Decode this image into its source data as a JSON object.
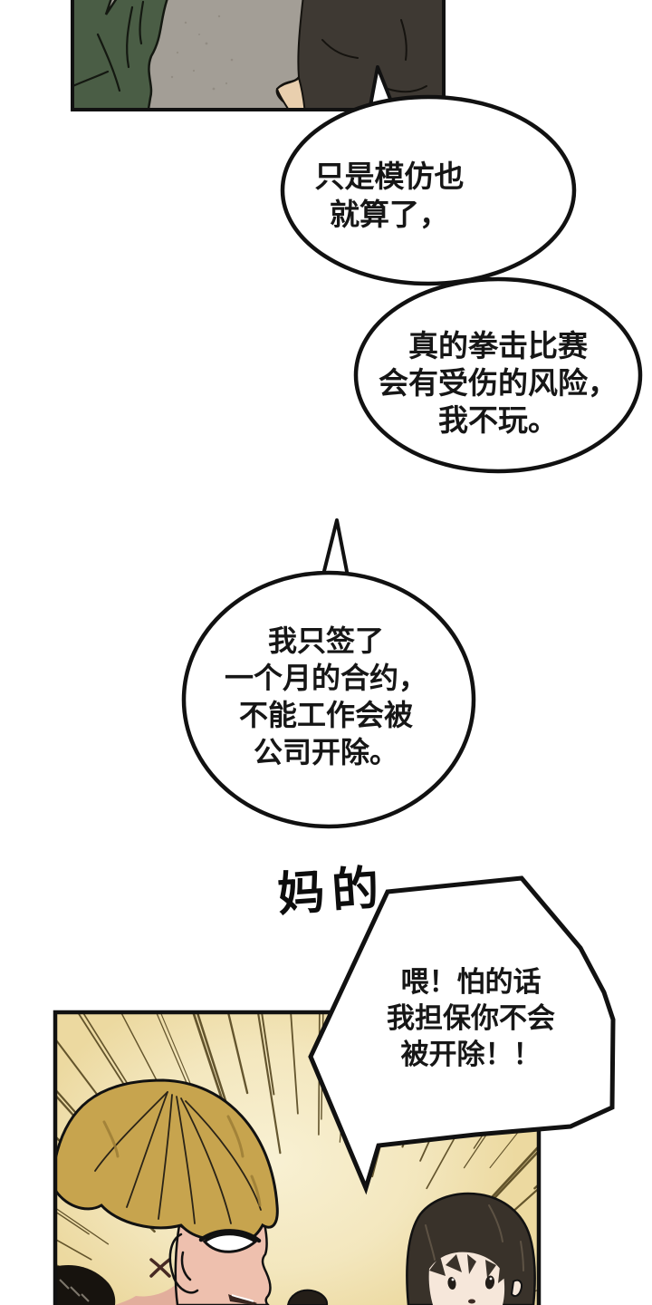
{
  "page": {
    "background": "#ffffff"
  },
  "panels": {
    "top": {
      "wall": "#a39e96",
      "jacket_green": "#4a5d45",
      "shirt_dark": "#3e3933",
      "arm_skin": "#e9cfae",
      "outline": "#111111"
    },
    "bottom": {
      "burst_bg": "#ecd9a0",
      "burst_light": "#f9f2d6",
      "burst_line": "#55461f",
      "blond_hair": "#c7a44e",
      "blond_skin": "#eec0ae",
      "neck_shadow": "#17130e",
      "dark_hair": "#39322a",
      "dark_face": "#f6e7da",
      "outline": "#111111"
    }
  },
  "ink": {
    "bubble_fill": "#ffffff",
    "bubble_stroke": "#111111",
    "text_color": "#161616"
  },
  "bubbles": {
    "bubble1": {
      "lines": [
        "只是模仿也",
        "就算了，"
      ]
    },
    "bubble2": {
      "lines": [
        "真的拳击比赛",
        "会有受伤的风险，",
        "我不玩。"
      ]
    },
    "bubble3": {
      "lines": [
        "我只签了",
        "一个月的合约，",
        "不能工作会被",
        "公司开除。"
      ]
    },
    "bubble4": {
      "lines": [
        "喂！怕的话",
        "我担保你不会",
        "被开除！！"
      ]
    }
  },
  "sfx": {
    "curse_text": "妈的"
  }
}
